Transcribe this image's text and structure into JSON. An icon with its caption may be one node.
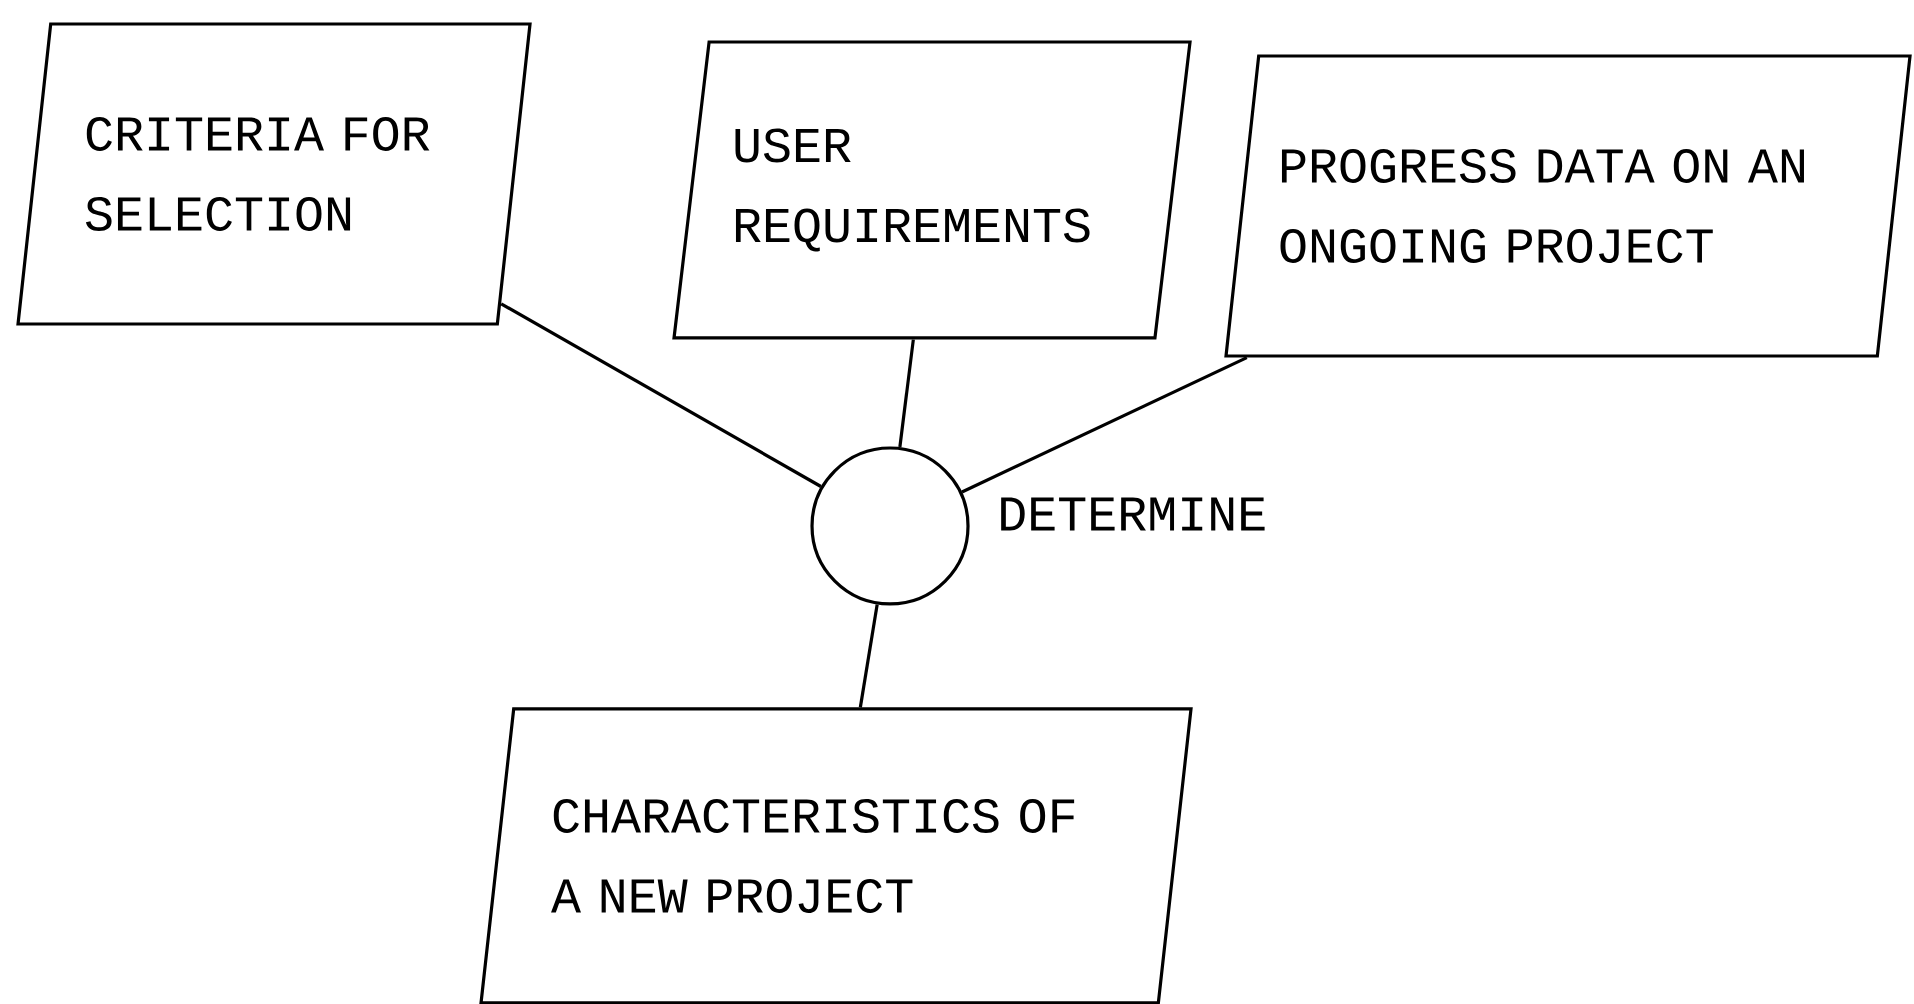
{
  "diagram": {
    "nodes": [
      {
        "text": [
          "CRITERIA FOR SELECTION"
        ]
      },
      {
        "text": [
          "USER REQUIREMENTS"
        ]
      },
      {
        "text": [
          "PROGRESS DATA ON AN ONGOING PROJECT"
        ]
      },
      {
        "text": [],
        "shape": "circle",
        "beside": [
          "DETERMINE"
        ]
      },
      {
        "text": [
          "CHARACTERISTICS OF A NEW PROJECT"
        ]
      }
    ],
    "edges": [
      {
        "from": 0,
        "to": 3,
        "arrow": "none"
      },
      {
        "from": 1,
        "to": 3,
        "arrow": "none"
      },
      {
        "from": 2,
        "to": 3,
        "arrow": "none"
      },
      {
        "from": 3,
        "to": 4,
        "arrow": "none"
      }
    ]
  }
}
